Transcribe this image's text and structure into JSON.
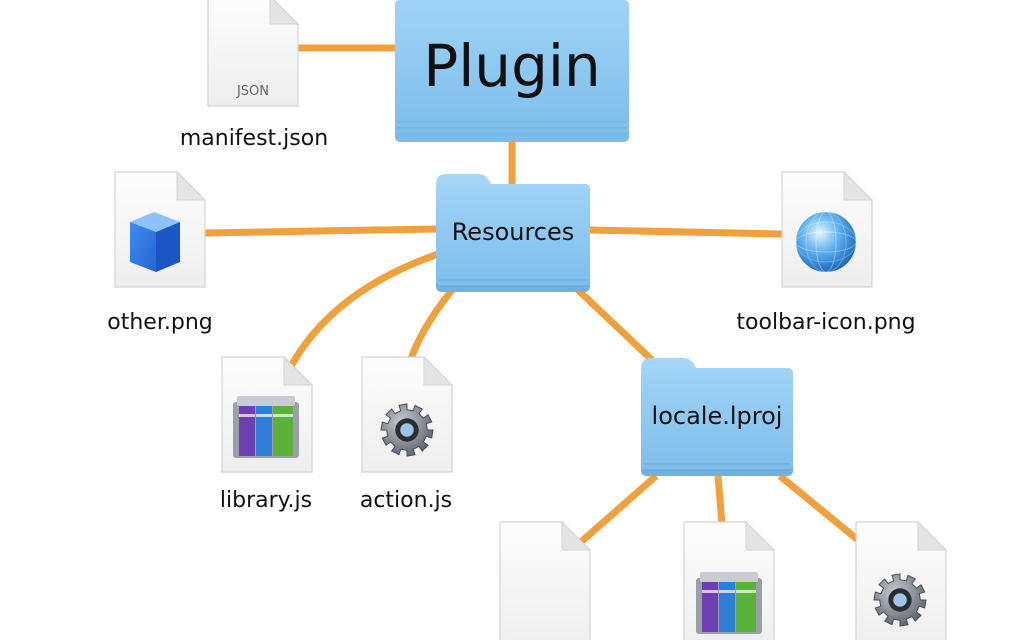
{
  "colors": {
    "connector": "#F0A03C",
    "folder_body": "#8CC8F2",
    "folder_tab": "#A6D6F7",
    "folder_shadow": "#6AB0E0",
    "document_fill": "#F7F7F7",
    "document_stroke": "#D4D4D4",
    "text": "#111111"
  },
  "nodes": {
    "plugin": {
      "label": "Plugin",
      "kind": "folder"
    },
    "resources": {
      "label": "Resources",
      "kind": "folder"
    },
    "locale": {
      "label": "locale.lproj",
      "kind": "folder"
    },
    "manifest": {
      "label": "manifest.json",
      "kind": "document",
      "icon": "json-file-icon",
      "badge": "JSON"
    },
    "other": {
      "label": "other.png",
      "kind": "document",
      "icon": "blue-cube-icon"
    },
    "toolbar_icon": {
      "label": "toolbar-icon.png",
      "kind": "document",
      "icon": "blue-sphere-icon"
    },
    "library": {
      "label": "library.js",
      "kind": "document",
      "icon": "books-icon"
    },
    "action": {
      "label": "action.js",
      "kind": "document",
      "icon": "gear-icon"
    },
    "locale_blank": {
      "kind": "document",
      "icon": "blank-document-icon"
    },
    "locale_library": {
      "kind": "document",
      "icon": "books-icon"
    },
    "locale_action": {
      "kind": "document",
      "icon": "gear-icon"
    }
  }
}
